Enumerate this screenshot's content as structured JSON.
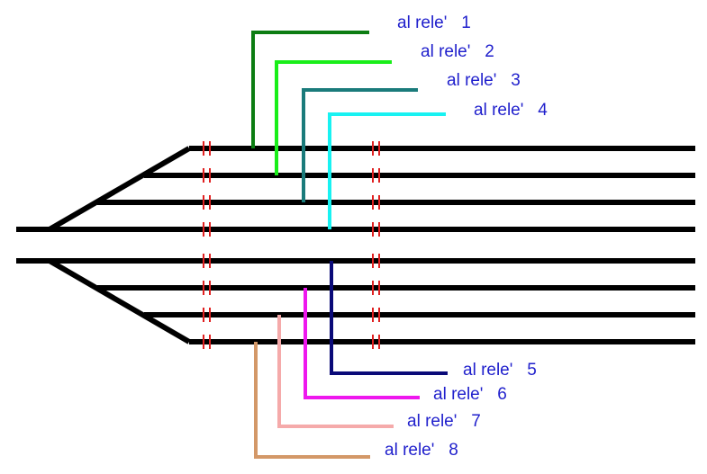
{
  "relays": [
    {
      "label": "al rele'   1",
      "color": "#0c7d12"
    },
    {
      "label": "al rele'   2",
      "color": "#19ee19"
    },
    {
      "label": "al rele'   3",
      "color": "#1a7b7b"
    },
    {
      "label": "al rele'   4",
      "color": "#18f2f2"
    },
    {
      "label": "al rele'   5",
      "color": "#0a0a78"
    },
    {
      "label": "al rele'   6",
      "color": "#ee17ee"
    },
    {
      "label": "al rele'   7",
      "color": "#f5aaaa"
    },
    {
      "label": "al rele'   8",
      "color": "#d39868"
    }
  ],
  "colors": {
    "track": "#000000",
    "insulated_joint": "#e02020",
    "label_text": "#1f1fcc"
  }
}
